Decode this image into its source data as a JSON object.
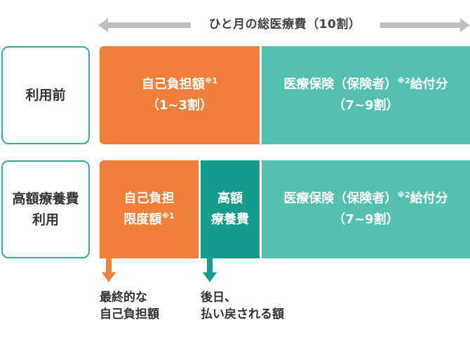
{
  "header": {
    "total_label": "ひと月の総医療費（10割）"
  },
  "rows": [
    {
      "label_lines": [
        "利用前"
      ],
      "blocks": [
        {
          "title": "自己負担額",
          "note": "※1",
          "sub": "（1~3割）"
        },
        {
          "title": "医療保険（保険者）",
          "note": "※2",
          "title_suffix": "給付分",
          "sub": "（7~9割）"
        }
      ]
    },
    {
      "label_lines": [
        "高額療養費",
        "利用"
      ],
      "blocks": [
        {
          "line1": "自己負担",
          "line2": "限度額",
          "note": "※1"
        },
        {
          "line1": "高額",
          "line2": "療養費"
        },
        {
          "title": "医療保険（保険者）",
          "note": "※2",
          "title_suffix": "給付分",
          "sub": "（7~9割）"
        }
      ]
    }
  ],
  "notes": {
    "left": [
      "最終的な",
      "自己負担額"
    ],
    "right": [
      "後日、",
      "払い戻される額"
    ]
  },
  "colors": {
    "orange": "#f07f3c",
    "teal": "#55c0b0",
    "dark_teal": "#169b8f",
    "border_teal": "#3aa99f",
    "arrow_gray": "#bfbfbf"
  }
}
